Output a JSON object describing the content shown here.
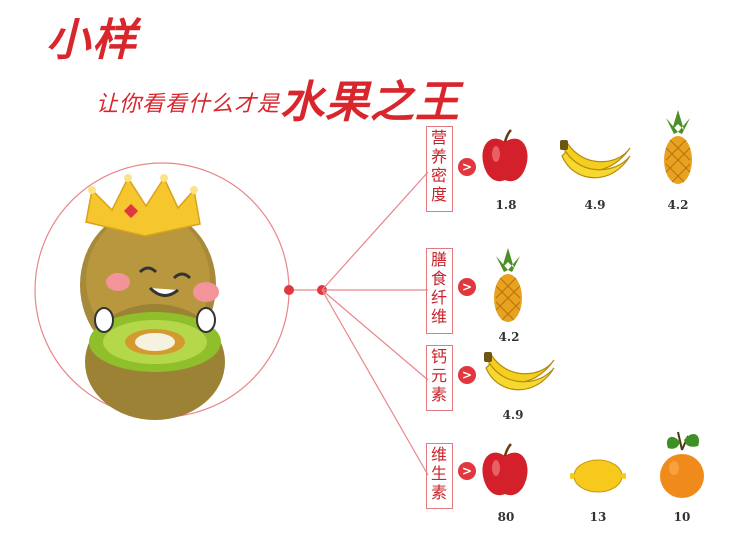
{
  "title": {
    "line1": "小样",
    "line2_prefix": "让你看看什么才是",
    "line2_accent": "水果之王"
  },
  "mascot": {
    "icon": "kiwi-king-mascot-icon"
  },
  "categories": [
    {
      "label": "营养密度",
      "items": [
        {
          "fruit": "apple",
          "value": "1.8"
        },
        {
          "fruit": "banana",
          "value": "4.9"
        },
        {
          "fruit": "pineapple",
          "value": "4.2"
        }
      ]
    },
    {
      "label": "膳食纤维",
      "items": [
        {
          "fruit": "pineapple",
          "value": "4.2"
        }
      ]
    },
    {
      "label": "钙元素",
      "items": [
        {
          "fruit": "banana",
          "value": "4.9"
        }
      ]
    },
    {
      "label": "维生素",
      "items": [
        {
          "fruit": "apple",
          "value": "80"
        },
        {
          "fruit": "lemon",
          "value": "13"
        },
        {
          "fruit": "orange",
          "value": "10"
        }
      ]
    }
  ],
  "colors": {
    "accent": "#d8262c",
    "line": "#e9868a"
  }
}
